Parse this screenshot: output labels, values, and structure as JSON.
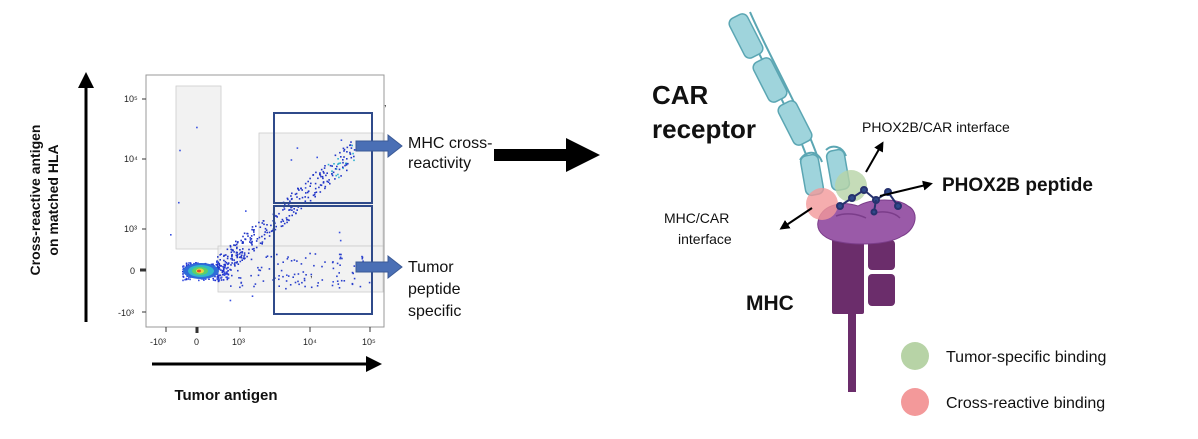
{
  "flow_plot": {
    "y_axis_label_line1": "Cross-reactive antigen",
    "y_axis_label_line2": "on matched HLA",
    "x_axis_label": "Tumor antigen",
    "y_ticks": [
      "10⁵",
      "10⁴",
      "10³",
      "0",
      "-10³"
    ],
    "x_ticks": [
      "-10³",
      "0",
      "10³",
      "10⁴",
      "10⁵"
    ],
    "gate_upper_label_line1": "MHC cross-",
    "gate_upper_label_line2": "reactivity",
    "gate_lower_label_line1": "Tumor",
    "gate_lower_label_line2": "peptide",
    "gate_lower_label_line3": "specific"
  },
  "structure": {
    "car_label_line1": "CAR",
    "car_label_line2": "receptor",
    "phox2b_car_interface": "PHOX2B/CAR interface",
    "phox2b_peptide": "PHOX2B peptide",
    "mhc_car_interface_line1": "MHC/CAR",
    "mhc_car_interface_line2": "interface",
    "mhc_label": "MHC"
  },
  "legend": [
    {
      "label": "Tumor-specific binding",
      "color": "#b7d3a6"
    },
    {
      "label": "Cross-reactive binding",
      "color": "#f3999a"
    }
  ],
  "colors": {
    "gate": "#2f4a8a",
    "gate_arrow": "#4a6fb5",
    "car": "#9fd4dc",
    "car_stroke": "#5ba6b3",
    "mhc_dark": "#6b2d6b",
    "mhc_light": "#9a5aa8"
  }
}
